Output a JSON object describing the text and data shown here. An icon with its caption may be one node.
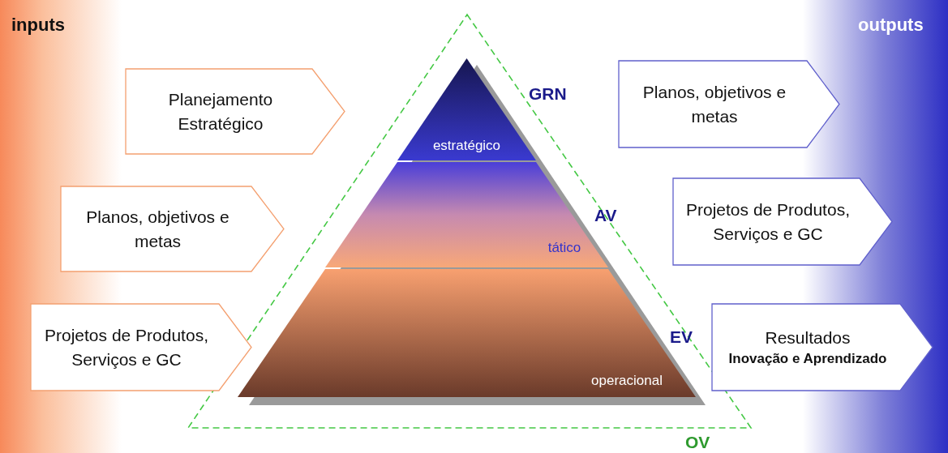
{
  "diagram": {
    "nodes": [
      {
        "text": [
          "Planejamento Estratégico"
        ]
      },
      {
        "text": [
          "Planos, objetivos e metas"
        ]
      },
      {
        "text": [
          "Projetos de Produtos, Serviços e GC"
        ]
      },
      {
        "text": [
          "estratégico"
        ]
      },
      {
        "text": [
          "tático"
        ]
      },
      {
        "text": [
          "operacional"
        ]
      },
      {
        "text": [
          "Planos, objetivos e metas"
        ]
      },
      {
        "text": [
          "Projetos de Produtos, Serviços e GC"
        ]
      },
      {
        "text": [
          "Resultados",
          "Inovação e Aprendizado"
        ]
      }
    ],
    "edges": [],
    "labels": [
      "inputs",
      "outputs",
      "GRN",
      "AV",
      "EV",
      "OV"
    ]
  }
}
